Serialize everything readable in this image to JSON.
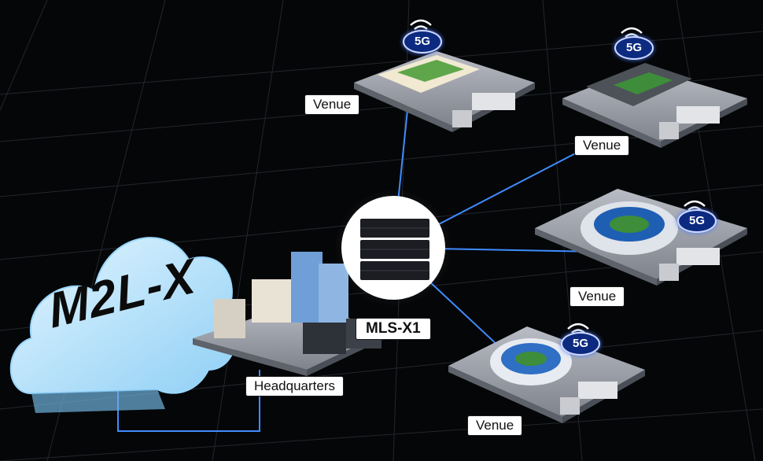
{
  "cloud": {
    "label": "M2L-X"
  },
  "hub": {
    "label": "MLS-X1"
  },
  "headquarters": {
    "label": "Headquarters"
  },
  "venues": [
    {
      "label": "Venue",
      "badge": "5G"
    },
    {
      "label": "Venue",
      "badge": "5G"
    },
    {
      "label": "Venue",
      "badge": "5G"
    },
    {
      "label": "Venue",
      "badge": "5G"
    }
  ],
  "colors": {
    "link": "#3f8cff",
    "cloud": "#bfe6ff",
    "badge": "#0c2a80",
    "background": "#050608"
  }
}
